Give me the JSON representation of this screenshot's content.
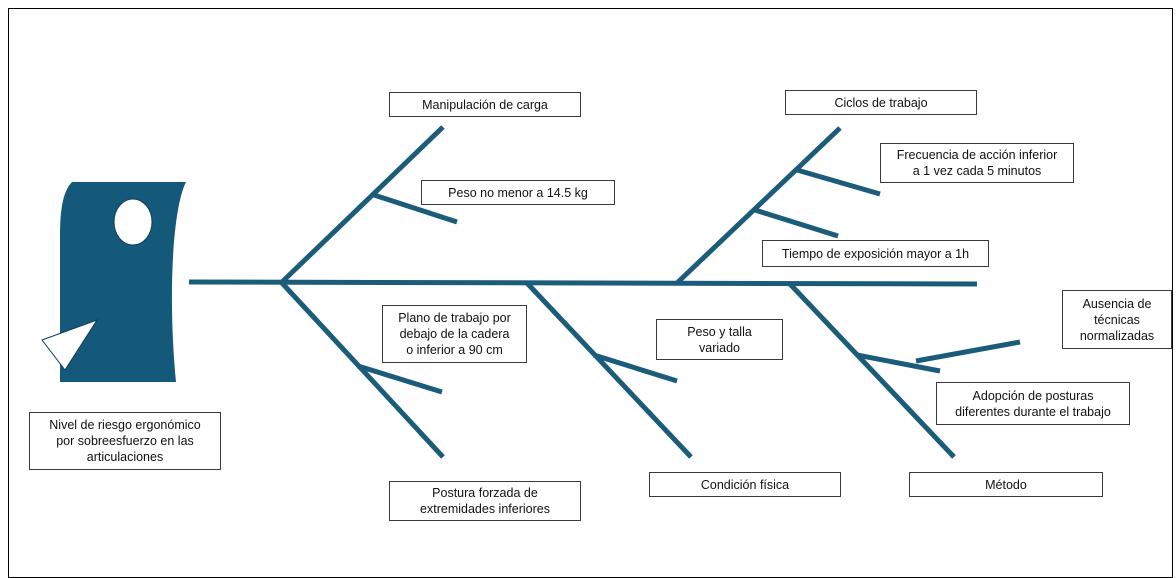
{
  "colors": {
    "bone": "#1c5c7b",
    "head_fill": "#14597a",
    "box_border": "#3a3a3a",
    "frame": "#000000"
  },
  "effect": {
    "label": "Nivel de riesgo ergonómico\npor sobreesfuerzo en las\narticulaciones"
  },
  "categories": {
    "manipulacion": {
      "label": "Manipulación de carga",
      "causes": [
        "Peso no menor a 14.5 kg"
      ]
    },
    "ciclos": {
      "label": "Ciclos de trabajo",
      "causes": [
        "Frecuencia de acción inferior\na 1 vez cada 5 minutos",
        "Tiempo de exposición mayor a 1h"
      ]
    },
    "postura": {
      "label": "Postura forzada de\nextremidades inferiores",
      "causes": [
        "Plano de trabajo por\ndebajo de la cadera\no inferior a 90 cm"
      ]
    },
    "condicion": {
      "label": "Condición física",
      "causes": [
        "Peso y talla\nvariado"
      ]
    },
    "metodo": {
      "label": "Método",
      "causes": [
        "Ausencia de\ntécnicas\nnormalizadas",
        "Adopción de posturas\ndiferentes durante el trabajo"
      ]
    }
  }
}
